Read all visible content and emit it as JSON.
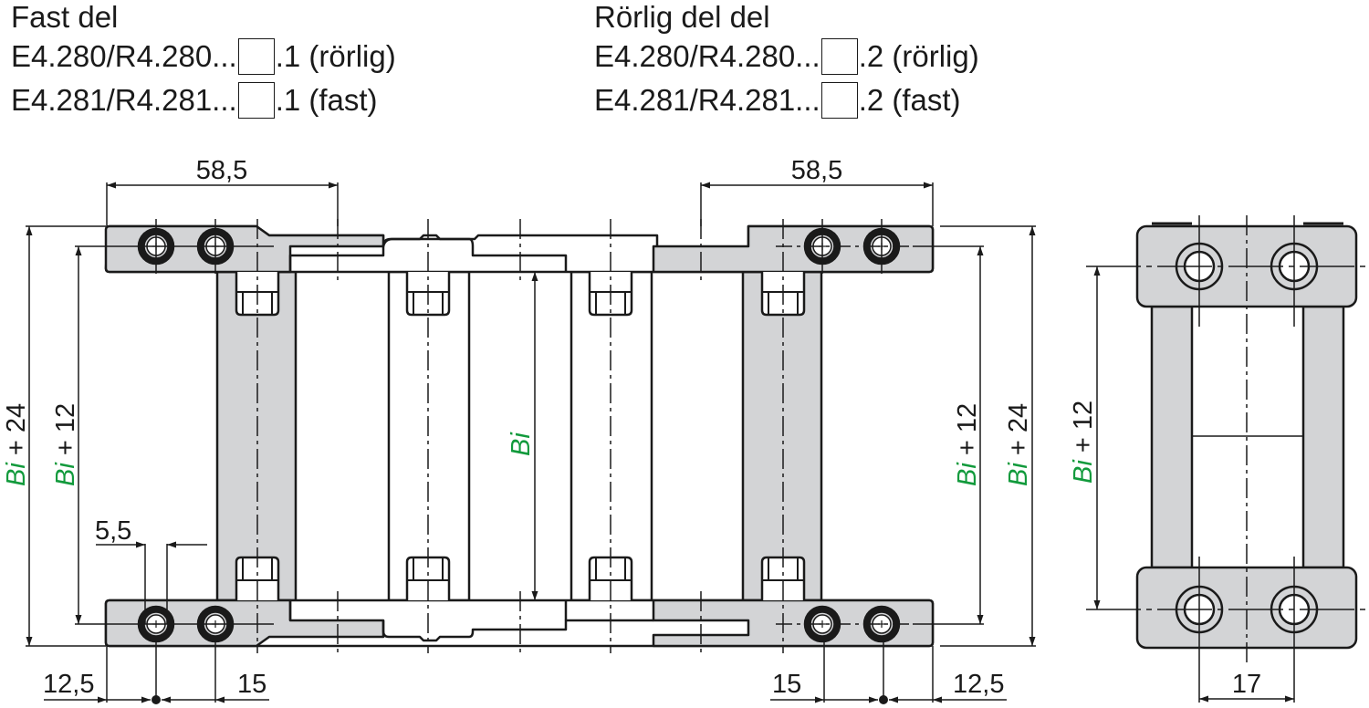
{
  "header": {
    "fixed": {
      "title": "Fast del",
      "lines": [
        {
          "prefix": "E4.280/R4.280...",
          "suffix": ".1 (rörlig)"
        },
        {
          "prefix": "E4.281/R4.281...",
          "suffix": ".1 (fast)"
        }
      ]
    },
    "moving": {
      "title": "Rörlig del del",
      "lines": [
        {
          "prefix": "E4.280/R4.280...",
          "suffix": ".2 (rörlig)"
        },
        {
          "prefix": "E4.281/R4.281...",
          "suffix": ".2 (fast)"
        }
      ]
    }
  },
  "dimensions": {
    "top_left_width": "58,5",
    "top_right_width": "58,5",
    "hole_diameter": "5,5",
    "bottom_left_edge": "12,5",
    "bottom_left_pitch": "15",
    "bottom_right_pitch": "15",
    "bottom_right_edge": "12,5",
    "side_view_pitch": "17",
    "bi_var": "Bi",
    "left_outer": {
      "var": "Bi",
      "rest": " + 24"
    },
    "left_inner": {
      "var": "Bi",
      "rest": " + 12"
    },
    "center": {
      "var": "Bi"
    },
    "right_inner": {
      "var": "Bi",
      "rest": " + 12"
    },
    "right_outer": {
      "var": "Bi",
      "rest": " + 24"
    },
    "side_view": {
      "var": "Bi",
      "rest": " + 12"
    }
  },
  "colors": {
    "part_fill": "#d3d4d6",
    "line": "#1a1a1a",
    "variable_green": "#129a3c"
  }
}
